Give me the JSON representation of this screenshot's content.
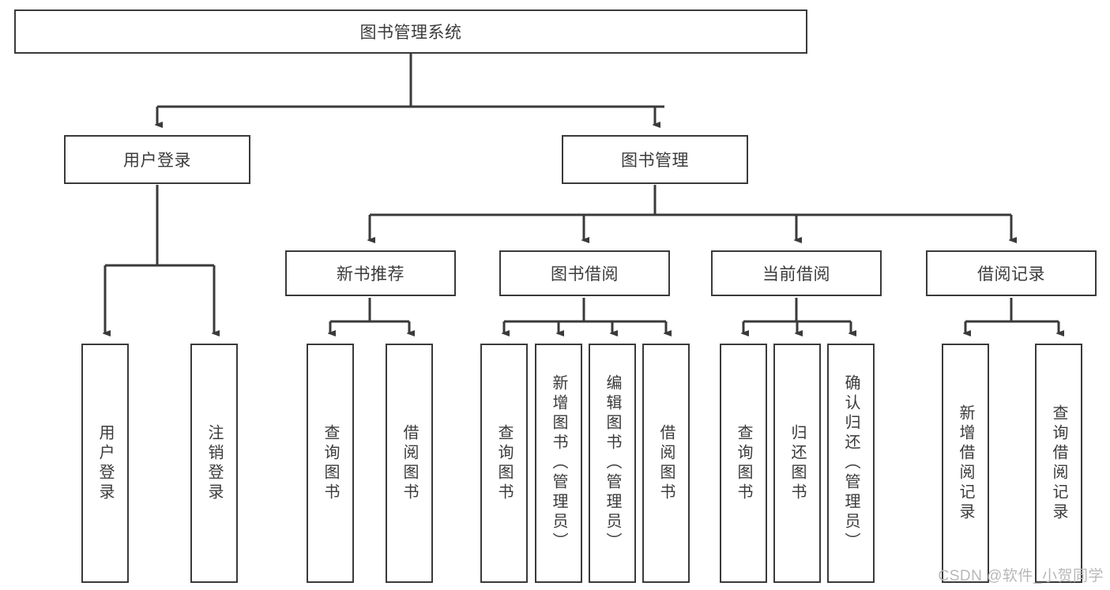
{
  "diagram": {
    "title": "图书管理系统",
    "type": "tree-hierarchy-chart",
    "root": {
      "label": "图书管理系统"
    },
    "level1": [
      {
        "label": "用户登录"
      },
      {
        "label": "图书管理"
      }
    ],
    "level2": [
      {
        "label": "新书推荐"
      },
      {
        "label": "图书借阅"
      },
      {
        "label": "当前借阅"
      },
      {
        "label": "借阅记录"
      }
    ],
    "leaves": {
      "user_login": [
        {
          "label": "用户登录"
        },
        {
          "label": "注销登录"
        }
      ],
      "new_book_recommend": [
        {
          "label": "查询图书"
        },
        {
          "label": "借阅图书"
        }
      ],
      "book_borrow": [
        {
          "label": "查询图书"
        },
        {
          "label": "新增图书（管理员）"
        },
        {
          "label": "编辑图书（管理员）"
        },
        {
          "label": "借阅图书"
        }
      ],
      "current_borrow": [
        {
          "label": "查询图书"
        },
        {
          "label": "归还图书"
        },
        {
          "label": "确认归还（管理员）"
        }
      ],
      "borrow_record": [
        {
          "label": "新增借阅记录"
        },
        {
          "label": "查询借阅记录"
        }
      ]
    }
  },
  "watermark": {
    "text": "CSDN @软件_小贺同学"
  },
  "colors": {
    "stroke": "#3a3a3a",
    "text": "#3b3b3b",
    "background": "#ffffff",
    "watermark": "#b8b8b8"
  }
}
